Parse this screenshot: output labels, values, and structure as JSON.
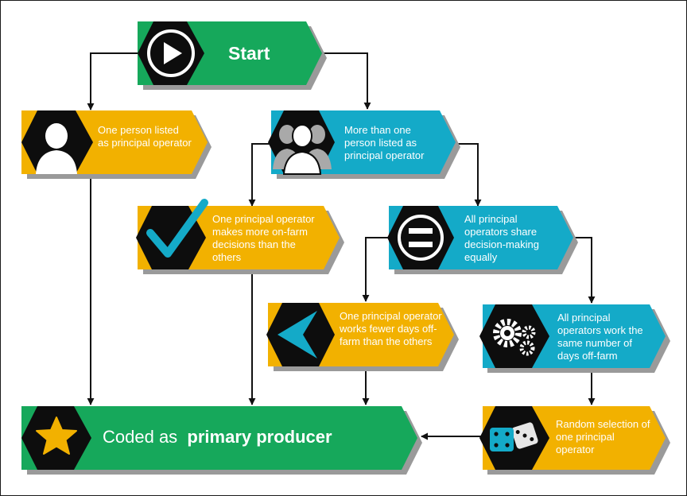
{
  "colors": {
    "green": "#16a85b",
    "gold": "#f2b100",
    "blue": "#14aac8",
    "shadow": "#9a9a9a",
    "hex_black": "#0d0d0d",
    "line": "#111111"
  },
  "nodes": {
    "start": {
      "label": "Start",
      "icon": "play-icon"
    },
    "one_person": {
      "label": "One person listed as principal operator",
      "icon": "single-person-icon"
    },
    "more_than_one": {
      "label": "More than one person listed as principal operator",
      "icon": "group-people-icon"
    },
    "one_decides_more": {
      "label": "One principal operator makes more on-farm decisions than the others",
      "icon": "checkmark-icon"
    },
    "share_equally": {
      "label": "All principal operators share decision-making equally",
      "icon": "equals-icon"
    },
    "fewer_days": {
      "label": "One principal operator works fewer days off-farm than the others",
      "icon": "less-than-icon"
    },
    "same_days": {
      "label": "All principal operators work the same number of days off-farm",
      "icon": "gears-icon"
    },
    "random": {
      "label": "Random selection of one principal operator",
      "icon": "dice-icon"
    },
    "result": {
      "prefix": "Coded as",
      "emphasis": "primary producer",
      "icon": "star-icon"
    }
  }
}
